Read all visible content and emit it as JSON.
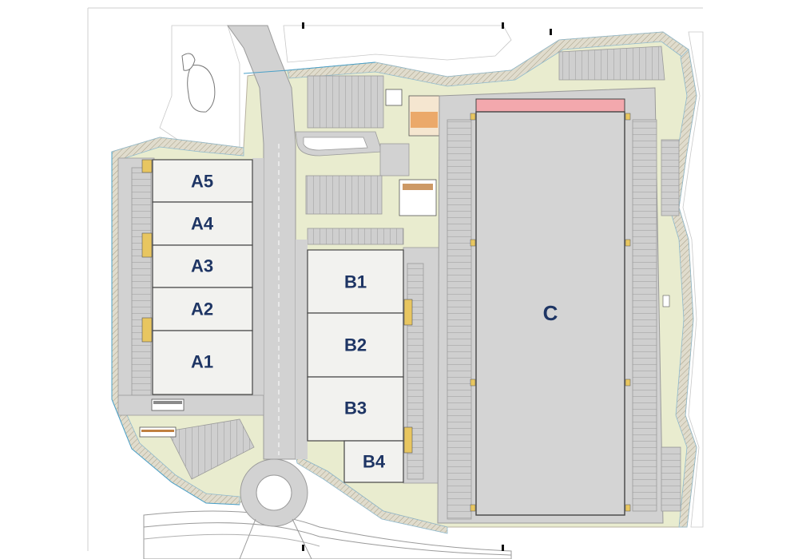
{
  "site_plan": {
    "units": [
      {
        "id": "A5",
        "label": "A5"
      },
      {
        "id": "A4",
        "label": "A4"
      },
      {
        "id": "A3",
        "label": "A3"
      },
      {
        "id": "A2",
        "label": "A2"
      },
      {
        "id": "A1",
        "label": "A1"
      },
      {
        "id": "B1",
        "label": "B1"
      },
      {
        "id": "B2",
        "label": "B2"
      },
      {
        "id": "B3",
        "label": "B3"
      },
      {
        "id": "B4",
        "label": "B4"
      },
      {
        "id": "C",
        "label": "C"
      }
    ],
    "colors": {
      "landscape": "#e9eccf",
      "road": "#d2d2d2",
      "road_edge": "#9a9a9a",
      "building": "#f2f2ef",
      "building_c": "#d4d4d4",
      "canopy": "#f3a8ad",
      "label": "#1e3564",
      "water": "#4aa0c8",
      "embankment": "#b8b2a0"
    }
  }
}
